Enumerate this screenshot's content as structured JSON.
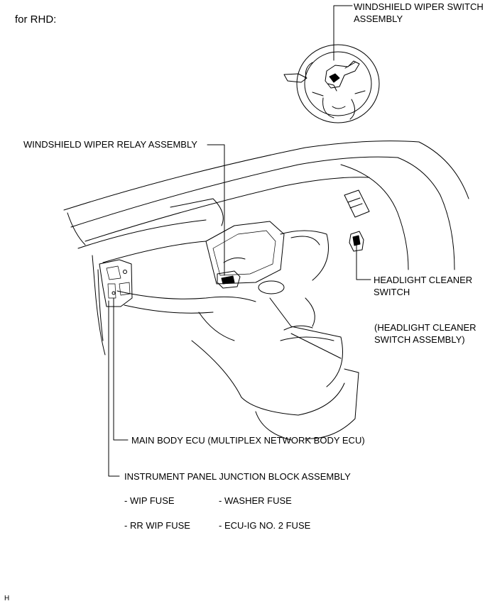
{
  "variant_label": "for RHD:",
  "labels": {
    "wiper_switch_1": "WINDSHIELD WIPER SWITCH",
    "wiper_switch_2": "ASSEMBLY",
    "wiper_relay": "WINDSHIELD WIPER RELAY ASSEMBLY",
    "headlight_switch_1": "HEADLIGHT CLEANER",
    "headlight_switch_2": "SWITCH",
    "headlight_assy_1": "(HEADLIGHT CLEANER",
    "headlight_assy_2": "SWITCH ASSEMBLY)",
    "main_body_ecu": "MAIN BODY ECU (MULTIPLEX NETWORK BODY ECU)",
    "junction_block": "INSTRUMENT PANEL JUNCTION BLOCK ASSEMBLY"
  },
  "fuses": {
    "wip": "- WIP FUSE",
    "washer": "- WASHER FUSE",
    "rr_wip": "- RR WIP FUSE",
    "ecu_ig": "- ECU-IG NO. 2 FUSE"
  },
  "corner_mark": "H"
}
